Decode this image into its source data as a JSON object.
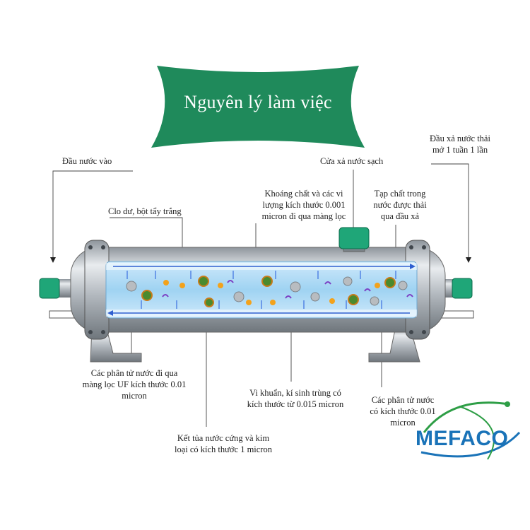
{
  "title": "Nguyên lý làm việc",
  "labels": {
    "inlet": "Đầu nước vào",
    "drain": [
      "Đầu xả nước thải",
      "mở 1 tuần 1 lần"
    ],
    "clean_outlet": "Cửa xả nước sạch",
    "chlorine": "Clo dư, bột tẩy trắng",
    "minerals": [
      "Khoáng chất và các vi",
      "lượng kích thước 0.001",
      "micron đi qua màng lọc"
    ],
    "impurities": [
      "Tạp chất trong",
      "nước được thải",
      "qua đầu xả"
    ],
    "water_molecules_left": [
      "Các phân tử nước đi qua",
      "màng lọc UF kích thước 0.01",
      "micron"
    ],
    "bacteria": [
      "Vi khuẩn, kí sinh trùng có",
      "kích thước từ 0.015 micron"
    ],
    "water_molecules_right": [
      "Các phân tử nước",
      "có kích thước 0.01",
      "micron"
    ],
    "sediment": [
      "Kết tủa nước cứng và kim",
      "loại có kích thước 1 micron"
    ]
  },
  "logo": {
    "text": "MEFACO"
  },
  "colors": {
    "banner": "#1f8a5b",
    "logo_blue": "#1a73b8",
    "logo_green": "#2e9e46",
    "cap_green": "#1fa678",
    "steel": "#b9bec4",
    "membrane": "#9fd3f2"
  }
}
